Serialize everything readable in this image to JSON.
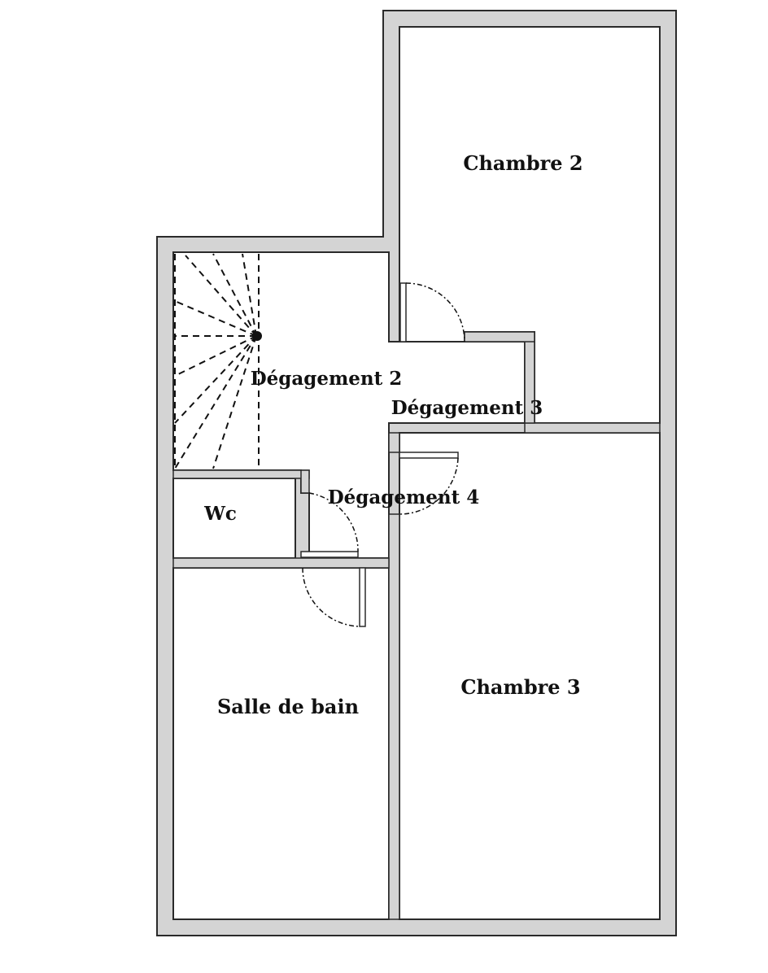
{
  "plan": {
    "rooms": {
      "chambre_2": "Chambre 2",
      "chambre_3": "Chambre 3",
      "degagement_2": "Dégagement 2",
      "degagement_3": "Dégagement 3",
      "degagement_4": "Dégagement 4",
      "wc": "Wc",
      "salle_de_bain": "Salle de bain"
    },
    "colors": {
      "wall_fill": "#d4d4d4",
      "wall_stroke": "#2a2a2a",
      "floor": "#ffffff",
      "text": "#111111"
    }
  }
}
